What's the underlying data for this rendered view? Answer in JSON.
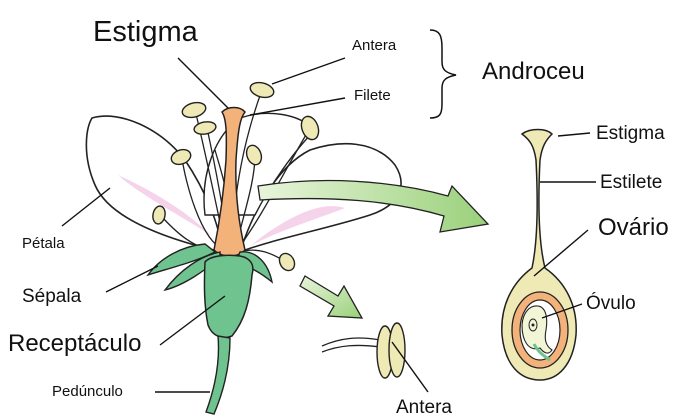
{
  "labels": {
    "estigma_top": "Estigma",
    "antera_top": "Antera",
    "filete": "Filete",
    "androceu": "Androceu",
    "petala": "Pétala",
    "sepala": "Sépala",
    "receptaculo": "Receptáculo",
    "pedunculo": "Pedúnculo",
    "antera_bottom": "Antera",
    "estigma_right": "Estigma",
    "estilete": "Estilete",
    "ovario": "Ovário",
    "ovulo": "Óvulo"
  },
  "colors": {
    "outline": "#222222",
    "stamen": "#efe9b5",
    "pistil": "#f3b27a",
    "sepal": "#6fc38f",
    "petal_tint": "#f3c8e6",
    "arrow": "#a9d88b"
  }
}
